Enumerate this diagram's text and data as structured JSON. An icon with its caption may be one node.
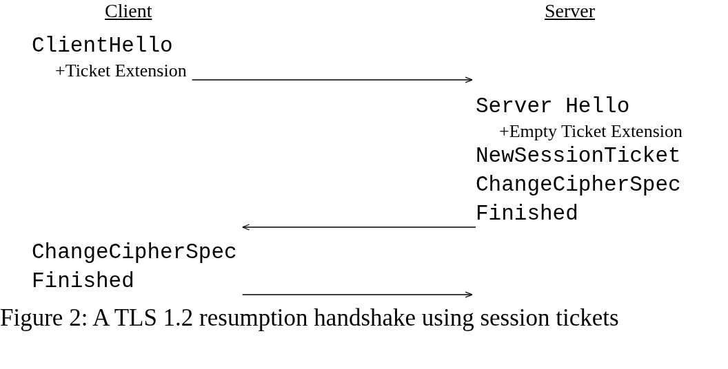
{
  "diagram": {
    "caption": "Figure 2: A TLS 1.2 resumption handshake using session tickets",
    "nodes": [
      {
        "text": [
          "ClientHello",
          "+Ticket Extension"
        ]
      },
      {
        "text": [
          "Server Hello",
          "+Empty Ticket Extension",
          "NewSessionTicket",
          "ChangeCipherSpec",
          "Finished"
        ]
      },
      {
        "text": [
          "ChangeCipherSpec",
          "Finished"
        ]
      }
    ],
    "edges": [
      {
        "from": 0,
        "to": 1,
        "arrow": "to"
      },
      {
        "from": 1,
        "to": 2,
        "arrow": "to"
      },
      {
        "from": 2,
        "to": null,
        "arrow": "to"
      }
    ],
    "labels": [
      "Client",
      "Server"
    ]
  }
}
